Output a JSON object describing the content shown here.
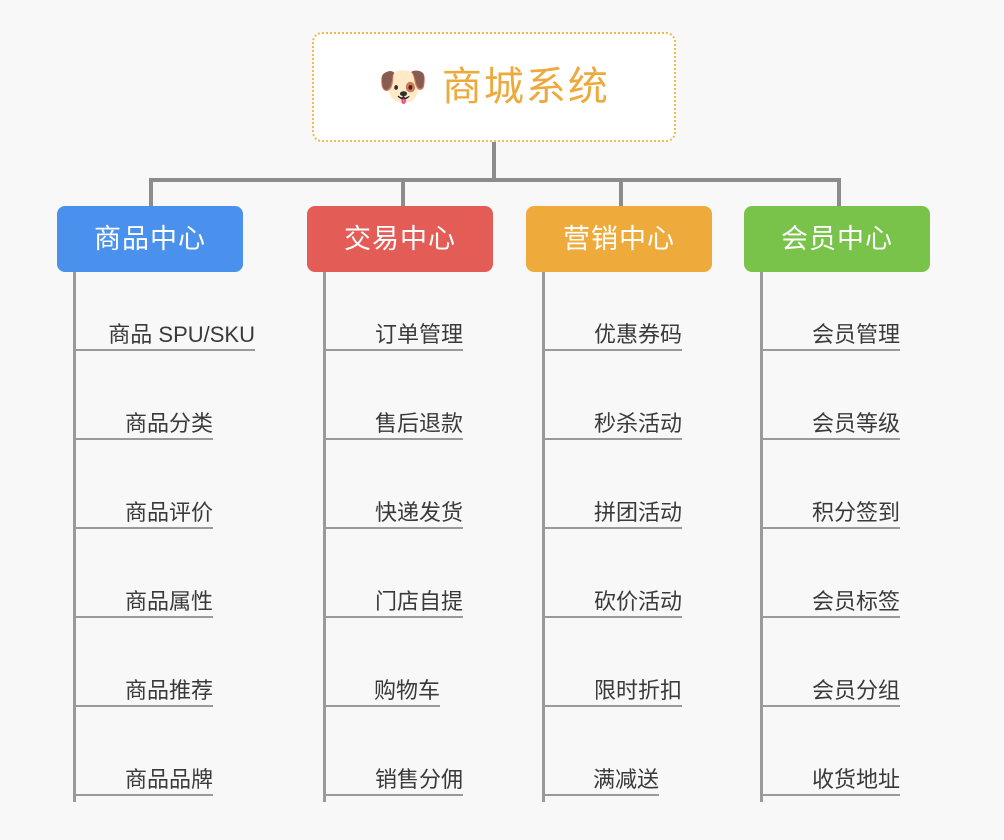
{
  "root": {
    "title": "商城系统",
    "icon": "shiba-dog-face-icon",
    "icon_glyph": "🐶",
    "text_color": "#ecaa3d",
    "border_color": "#f0b952",
    "background": "#ffffff"
  },
  "canvas": {
    "background": "#f8f8f8",
    "connector_color": "#8c8c8c",
    "leaf_line_color": "#9a9a9a"
  },
  "branches": [
    {
      "label": "商品中心",
      "color": "#4a90ed",
      "items": [
        "商品 SPU/SKU",
        "商品分类",
        "商品评价",
        "商品属性",
        "商品推荐",
        "商品品牌"
      ]
    },
    {
      "label": "交易中心",
      "color": "#e45c56",
      "items": [
        "订单管理",
        "售后退款",
        "快递发货",
        "门店自提",
        "购物车",
        "销售分佣"
      ]
    },
    {
      "label": "营销中心",
      "color": "#eeab3c",
      "items": [
        "优惠券码",
        "秒杀活动",
        "拼团活动",
        "砍价活动",
        "限时折扣",
        "满减送"
      ]
    },
    {
      "label": "会员中心",
      "color": "#79c34a",
      "items": [
        "会员管理",
        "会员等级",
        "积分签到",
        "会员标签",
        "会员分组",
        "收货地址"
      ]
    }
  ]
}
